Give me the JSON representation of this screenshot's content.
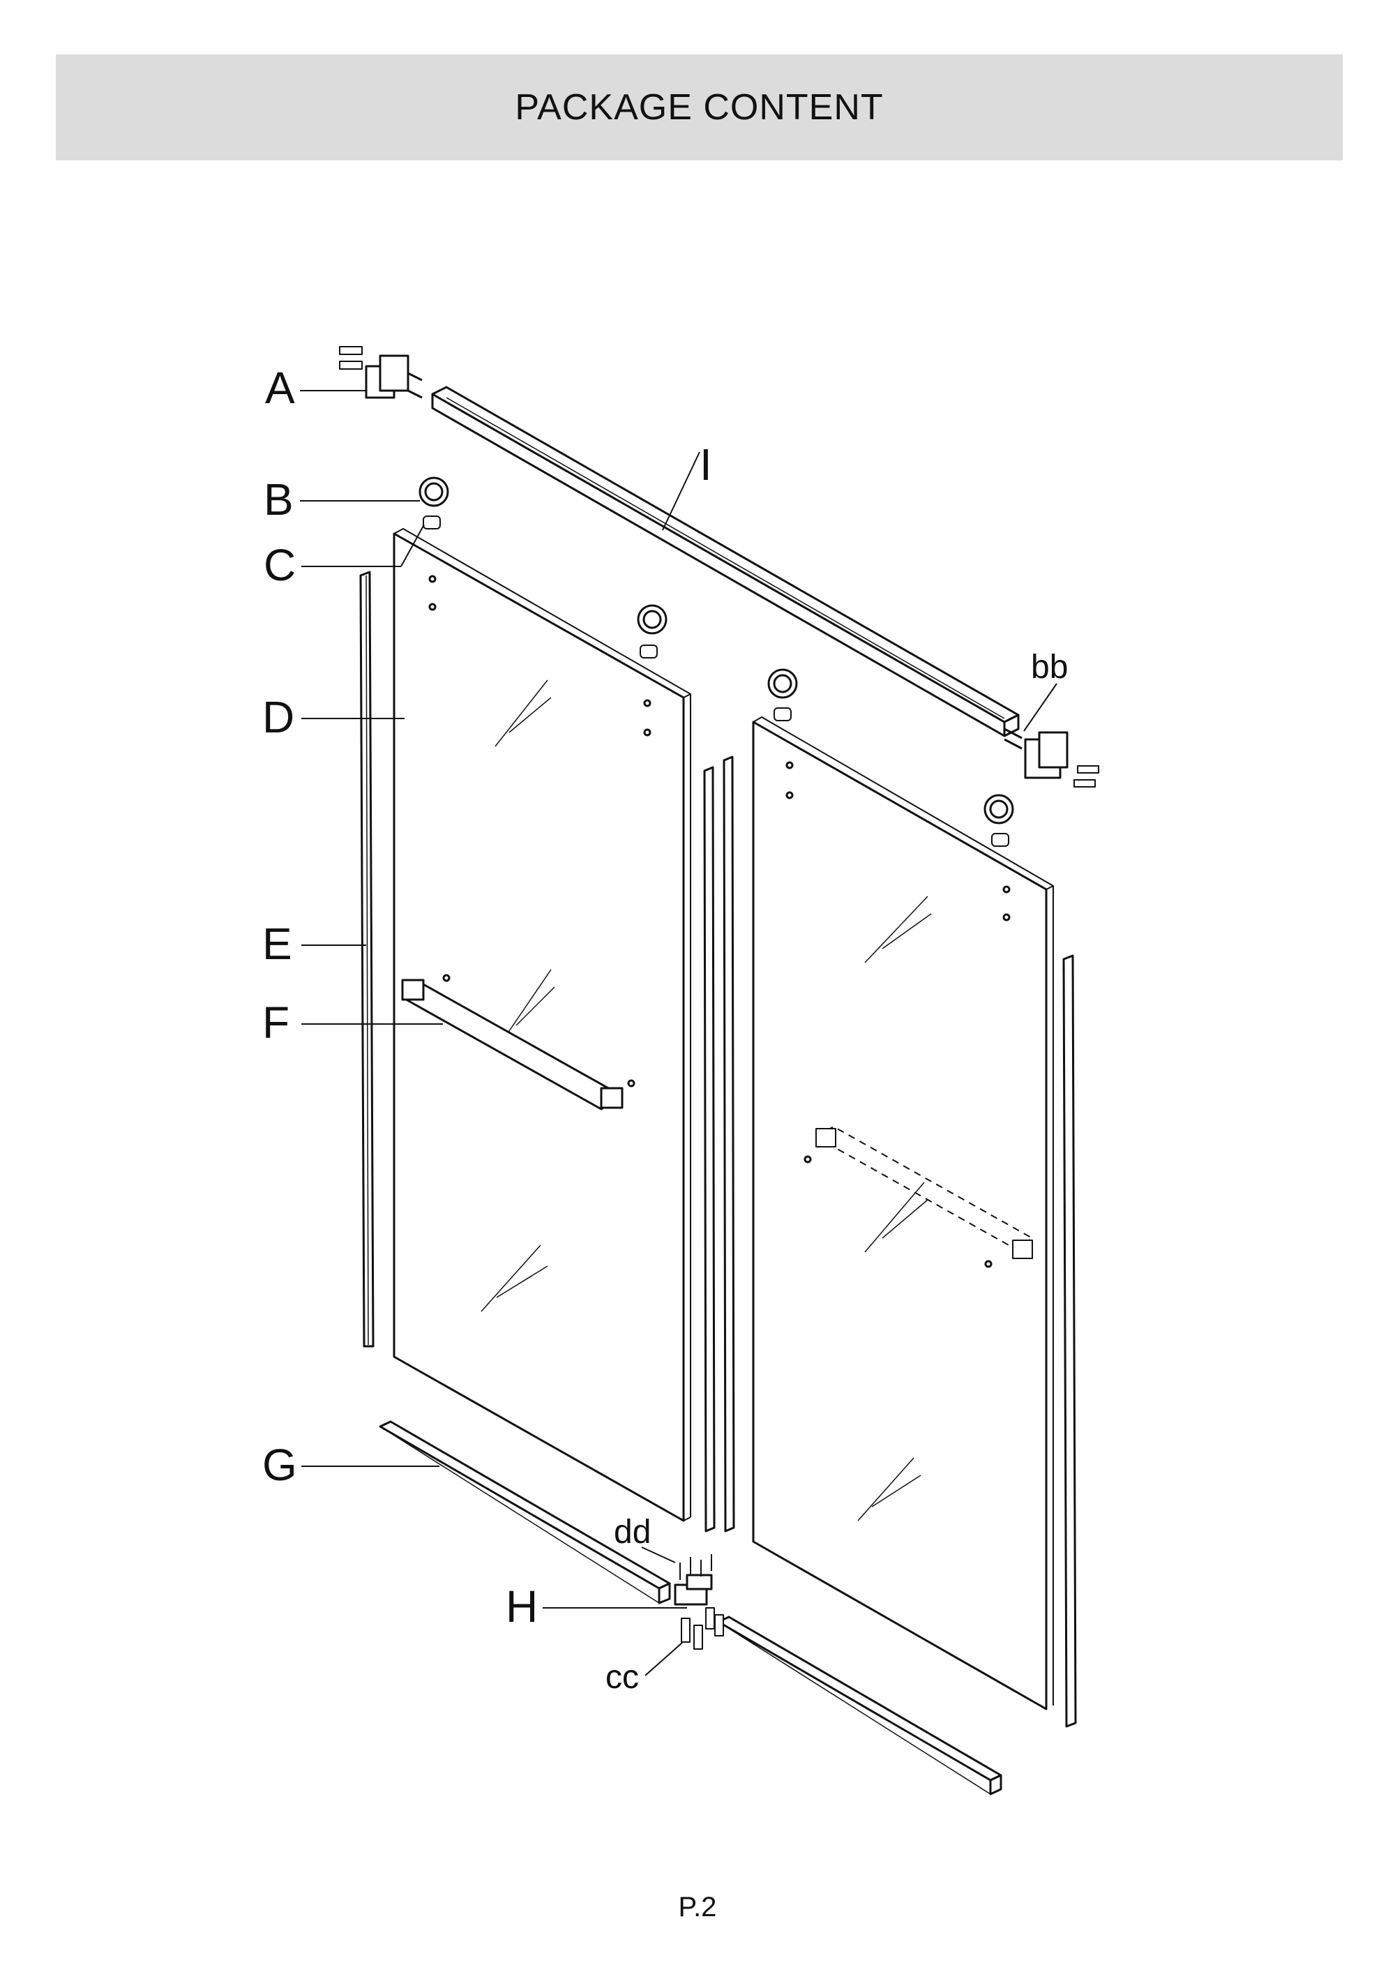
{
  "header": {
    "title": "PACKAGE CONTENT"
  },
  "labels": {
    "A": "A",
    "B": "B",
    "C": "C",
    "D": "D",
    "E": "E",
    "F": "F",
    "G": "G",
    "H": "H",
    "I": "I",
    "bb": "bb",
    "cc": "cc",
    "dd": "dd"
  },
  "footer": {
    "page_number": "P.2"
  }
}
